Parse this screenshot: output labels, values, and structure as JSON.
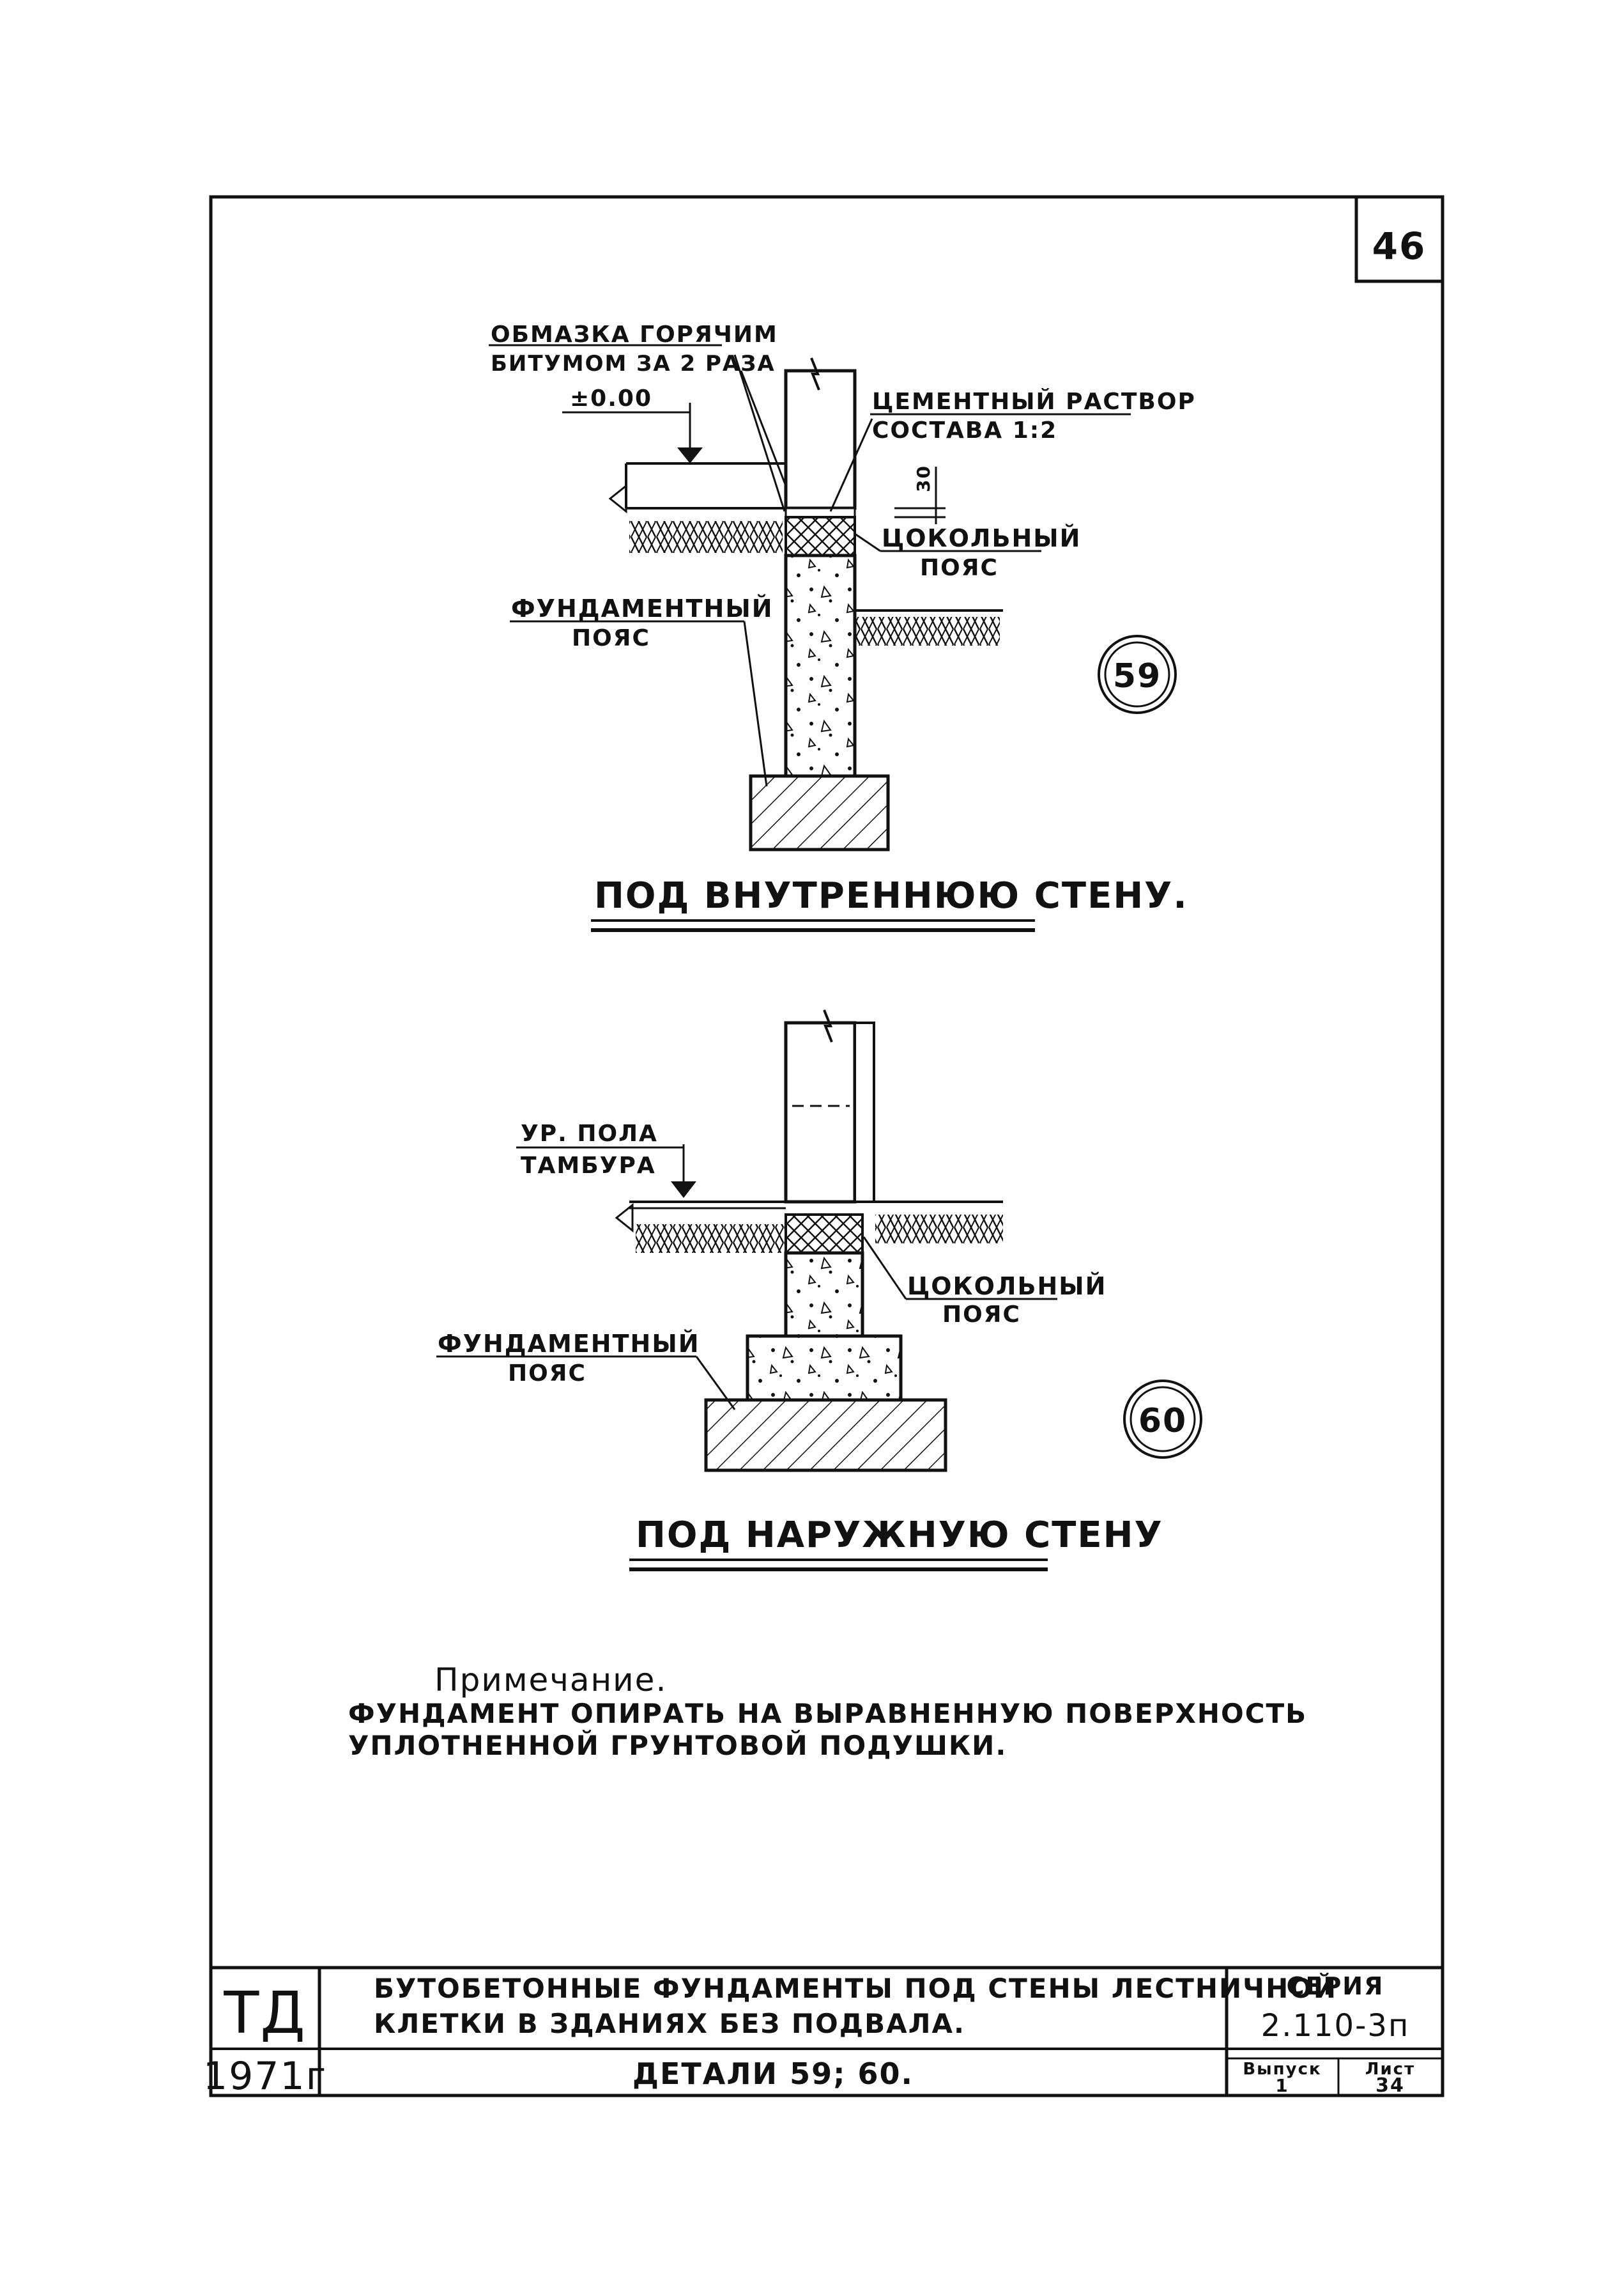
{
  "sheet": {
    "page_number": "46"
  },
  "detail_59": {
    "callout_bitumen_1": "ОБМАЗКА ГОРЯЧИМ",
    "callout_bitumen_2": "БИТУМОМ ЗА 2 РАЗА",
    "level_mark": "±0.00",
    "callout_mortar_1": "ЦЕМЕНТНЫЙ РАСТВОР",
    "callout_mortar_2": "СОСТАВА 1:2",
    "dimension": "30",
    "callout_plinth_1": "ЦОКОЛЬНЫЙ",
    "callout_plinth_2": "ПОЯС",
    "callout_footing_1": "ФУНДАМЕНТНЫЙ",
    "callout_footing_2": "ПОЯС",
    "detail_number": "59",
    "caption": "ПОД ВНУТРЕННЮЮ СТЕНУ."
  },
  "detail_60": {
    "level_label_1": "УР. ПОЛА",
    "level_label_2": "ТАМБУРА",
    "callout_plinth_1": "ЦОКОЛЬНЫЙ",
    "callout_plinth_2": "ПОЯС",
    "callout_footing_1": "ФУНДАМЕНТНЫЙ",
    "callout_footing_2": "ПОЯС",
    "detail_number": "60",
    "caption": "ПОД НАРУЖНУЮ СТЕНУ"
  },
  "note": {
    "heading": "Примечание.",
    "line1": "ФУНДАМЕНТ ОПИРАТЬ НА ВЫРАВНЕННУЮ ПОВЕРХНОСТЬ",
    "line2": "УПЛОТНЕННОЙ ГРУНТОВОЙ ПОДУШКИ."
  },
  "title_block": {
    "org": "ТД",
    "year": "1971г",
    "title_1": "БУТОБЕТОННЫЕ ФУНДАМЕНТЫ ПОД СТЕНЫ ЛЕСТНИЧНОЙ",
    "title_2": "КЛЕТКИ В ЗДАНИЯХ БЕЗ ПОДВАЛА.",
    "subtitle": "ДЕТАЛИ 59; 60.",
    "series_label": "СЕРИЯ",
    "series_value": "2.110-3п",
    "issue_label": "Выпуск",
    "issue_value": "1",
    "sheet_label": "Лист",
    "sheet_value": "34"
  },
  "colors": {
    "ink": "#111111",
    "paper": "#ffffff"
  }
}
